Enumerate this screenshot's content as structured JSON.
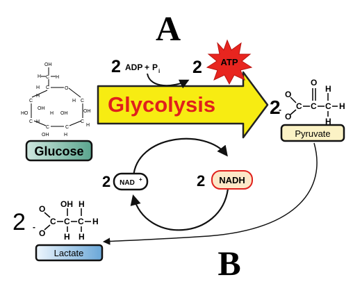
{
  "labels": {
    "a": "A",
    "b": "B"
  },
  "glycolysis": {
    "label": "Glycolysis",
    "arrow_color": "#f7ec12",
    "text_color": "#e0201c"
  },
  "inputs": {
    "adp_coefficient": "2",
    "adp": "ADP",
    "plus": "+",
    "pi": "P",
    "pi_sub": "i"
  },
  "atp": {
    "coefficient": "2",
    "label": "ATP",
    "burst_color": "#e8251f"
  },
  "nad": {
    "coefficient": "2",
    "label": "NAD",
    "charge": "+"
  },
  "nadh": {
    "coefficient": "2",
    "label": "NADH",
    "fill": "#fde7c7",
    "stroke": "#e0201c"
  },
  "glucose": {
    "label": "Glucose",
    "gradient_from": "#cfe7df",
    "gradient_to": "#5aa58e",
    "structure": {
      "oh": "OH",
      "h": "H",
      "c": "C",
      "o": "O",
      "ho": "HO"
    }
  },
  "pyruvate": {
    "coefficient": "2",
    "label": "Pyruvate",
    "fill": "#fbf2c5",
    "structure": {
      "o": "O",
      "c": "C",
      "h": "H",
      "minus": "-"
    }
  },
  "lactate": {
    "coefficient": "2",
    "label": "Lactate",
    "gradient_from": "#eef6fd",
    "gradient_to": "#6aa7d8",
    "structure": {
      "o": "O",
      "c": "C",
      "h": "H",
      "oh": "OH",
      "minus": "-"
    }
  }
}
